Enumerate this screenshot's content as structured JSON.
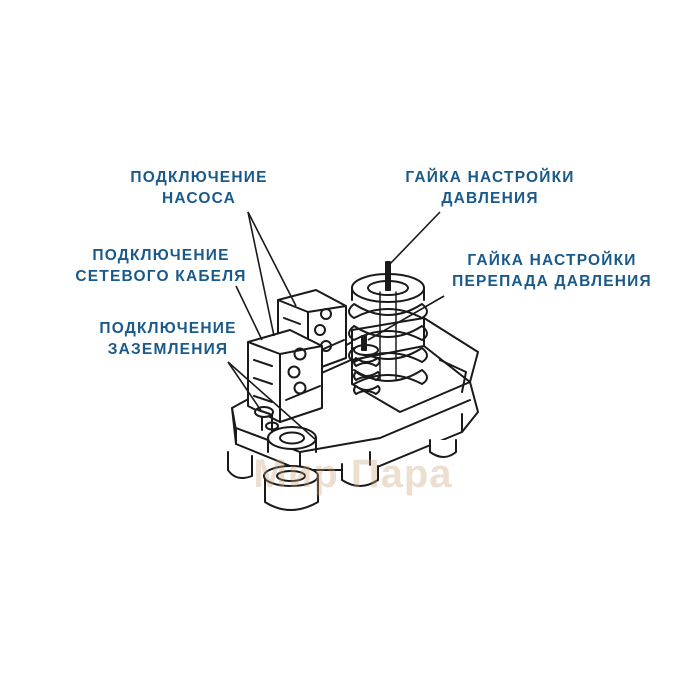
{
  "labels": {
    "pump": {
      "line1": "ПОДКЛЮЧЕНИЕ",
      "line2": "НАСОСА"
    },
    "cable": {
      "line1": "ПОДКЛЮЧЕНИЕ",
      "line2": "СЕТЕВОГО КАБЕЛЯ"
    },
    "ground": {
      "line1": "ПОДКЛЮЧЕНИЕ",
      "line2": "ЗАЗЕМЛЕНИЯ"
    },
    "pressure_nut": {
      "line1": "ГАЙКА НАСТРОЙКИ",
      "line2": "ДАВЛЕНИЯ"
    },
    "differential_nut": {
      "line1": "ГАЙКА НАСТРОЙКИ",
      "line2": "ПЕРЕПАДА ДАВЛЕНИЯ"
    }
  },
  "watermark": "Мир Пара",
  "colors": {
    "label": "#1a5a8a",
    "line": "#1a1a1a",
    "watermark": "#c9a47a",
    "background": "#ffffff"
  }
}
